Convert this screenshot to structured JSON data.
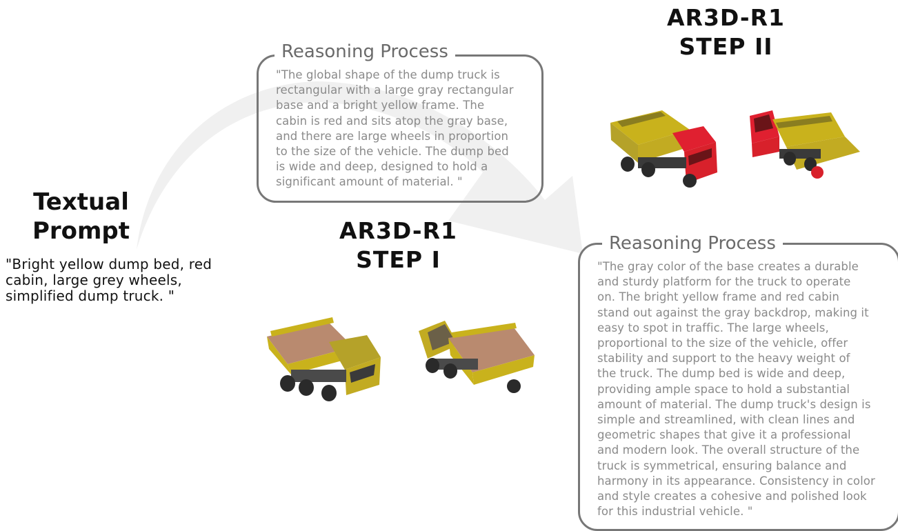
{
  "prompt": {
    "title_line1": "Textual",
    "title_line2": "Prompt",
    "text_lines": [
      "\"Bright yellow dump bed, red",
      "cabin, large grey wheels,",
      "simplified dump truck. \""
    ]
  },
  "step1": {
    "title_line1": "AR3D-R1",
    "title_line2": "STEP I",
    "reasoning_label": "Reasoning Process",
    "reasoning_lines": [
      "\"The global shape of the dump truck is",
      "rectangular with a large gray rectangular",
      "base and a bright yellow frame. The",
      "cabin is red and sits atop the gray base,",
      "and there are large wheels in proportion",
      "to the size of the vehicle. The dump bed",
      "is wide and deep, designed to hold a",
      "significant amount of material. \""
    ]
  },
  "step2": {
    "title_line1": "AR3D-R1",
    "title_line2": "STEP II",
    "reasoning_label": "Reasoning Process",
    "reasoning_lines": [
      "\"The gray color of the base creates a durable",
      "and sturdy platform for the truck to operate",
      "on. The bright yellow frame and red cabin",
      "stand out against the gray backdrop, making it",
      "easy to spot in traffic. The large wheels,",
      "proportional to the size of the vehicle, offer",
      "stability and support to the heavy weight of",
      "the truck. The dump bed is wide and deep,",
      "providing ample space to hold a substantial",
      "amount of material. The dump truck's design is",
      "simple and streamlined, with clean lines and",
      "geometric shapes that give it a professional",
      "and modern look. The overall structure of the",
      "truck is symmetrical, ensuring balance and",
      "harmony in its appearance. Consistency in color",
      "and style creates a cohesive and polished look",
      "for this industrial vehicle. \""
    ]
  },
  "colors": {
    "arrow": "#f0f0f0",
    "box_border": "#777777",
    "label_text": "#6a6a6a",
    "reasoning_text": "#8a8a8a",
    "truck_yellow": "#c9b21c",
    "truck_red": "#d8212b",
    "truck_bed_pink": "#b98a6f",
    "truck_gray": "#3a3a3a"
  }
}
